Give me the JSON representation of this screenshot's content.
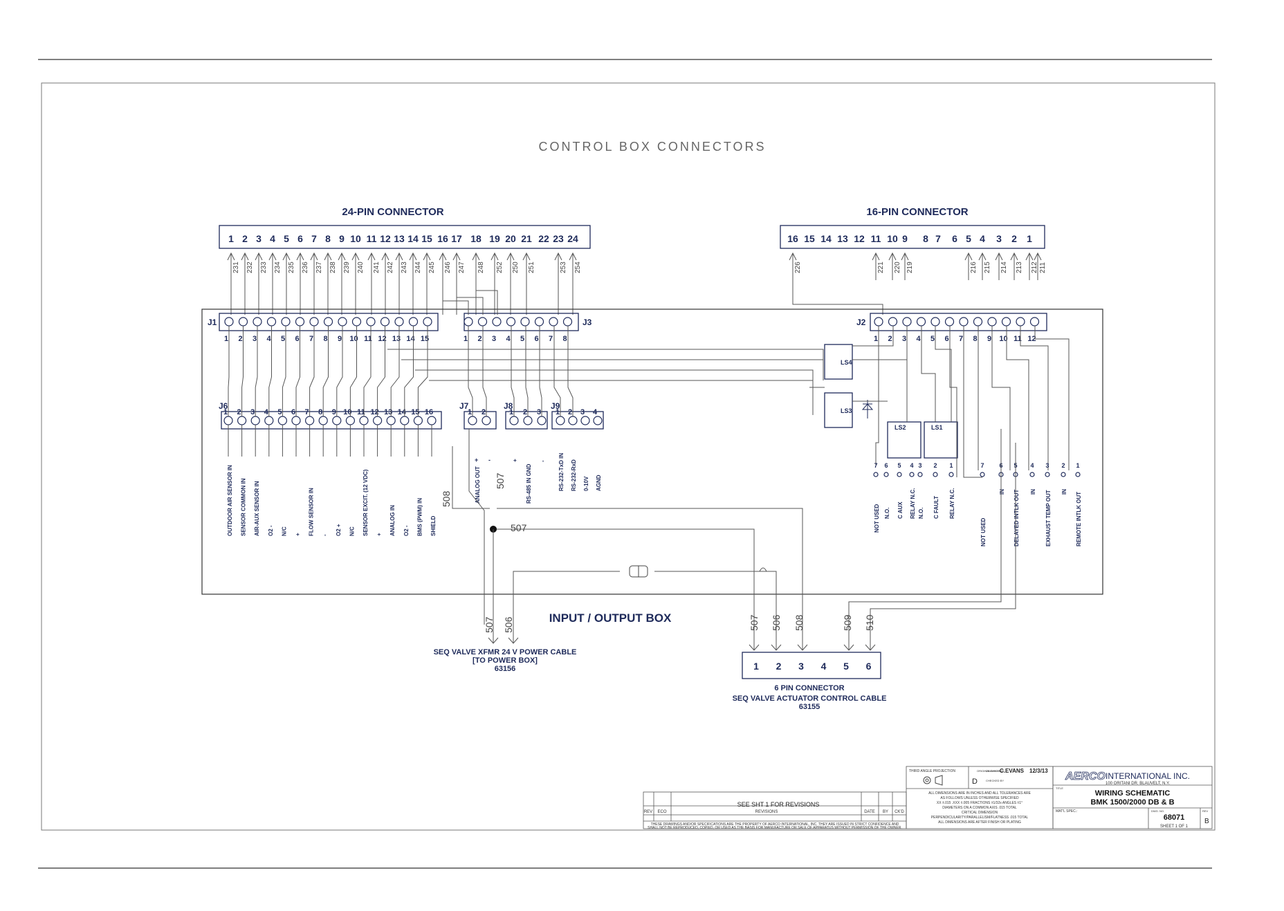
{
  "page_title": "CONTROL BOX CONNECTORS",
  "conn24": {
    "title": "24-PIN CONNECTOR",
    "pins": [
      "1",
      "2",
      "3",
      "4",
      "5",
      "6",
      "7",
      "8",
      "9",
      "10",
      "11",
      "12",
      "13",
      "14",
      "15",
      "16",
      "17",
      "18",
      "19",
      "20",
      "21",
      "22",
      "23",
      "24"
    ],
    "wires": [
      "231",
      "232",
      "233",
      "234",
      "235",
      "236",
      "237",
      "238",
      "239",
      "240",
      "241",
      "242",
      "243",
      "244",
      "245",
      "246",
      "247",
      "248",
      "252",
      "250",
      "251",
      "253",
      "254"
    ]
  },
  "conn16": {
    "title": "16-PIN CONNECTOR",
    "pins": [
      "16",
      "15",
      "14",
      "13",
      "12",
      "11",
      "10",
      "9",
      "8",
      "7",
      "6",
      "5",
      "4",
      "3",
      "2",
      "1"
    ],
    "wires": [
      "226",
      "221",
      "220",
      "219",
      "216",
      "215",
      "214",
      "213",
      "212",
      "211"
    ]
  },
  "j1": {
    "label": "J1",
    "pins": [
      "1",
      "2",
      "3",
      "4",
      "5",
      "6",
      "7",
      "8",
      "9",
      "10",
      "11",
      "12",
      "13",
      "14",
      "15"
    ]
  },
  "j3": {
    "label": "J3",
    "pins": [
      "1",
      "2",
      "3",
      "4",
      "5",
      "6",
      "7",
      "8"
    ]
  },
  "j2": {
    "label": "J2",
    "pins": [
      "1",
      "2",
      "3",
      "4",
      "5",
      "6",
      "7",
      "8",
      "9",
      "10",
      "11",
      "12"
    ]
  },
  "j6": {
    "label": "J6",
    "pins": [
      "1",
      "2",
      "3",
      "4",
      "5",
      "6",
      "7",
      "8",
      "9",
      "10",
      "11",
      "12",
      "13",
      "14",
      "15",
      "16"
    ],
    "signals": [
      "OUTDOOR AIR SENSOR  IN",
      "SENSOR COMMON  IN",
      "AIR-AUX SENSOR  IN",
      "O2  -",
      "N/C",
      "+",
      "FLOW SENSOR  IN",
      "-",
      "O2  +",
      "N/C",
      "SENSOR EXCIT. (12 VDC)",
      "+",
      "ANALOG  IN",
      "O2  -",
      "BMS (PWM)  IN",
      "SHIELD"
    ]
  },
  "j7": {
    "label": "J7",
    "pins": [
      "1",
      "2"
    ],
    "signal": "ANALOG OUT",
    "pol": [
      "+",
      "-"
    ]
  },
  "j8": {
    "label": "J8",
    "pins": [
      "1",
      "2",
      "3"
    ],
    "signals": [
      "+",
      "RS-485 IN GND",
      "-"
    ]
  },
  "j9": {
    "label": "J9",
    "pins": [
      "1",
      "2",
      "3",
      "4"
    ],
    "signals": [
      "RS-232-TxD  IN",
      "RS-232-RxD",
      "0-10V",
      "AGND"
    ]
  },
  "relays": [
    "LS4",
    "LS3",
    "LS2",
    "LS1"
  ],
  "relay_terms": [
    "7",
    "6",
    "5",
    "4",
    "3",
    "2",
    "1"
  ],
  "relay_signals": [
    "NOT USED",
    "N.O.",
    "C  AUX",
    "RELAY  N.C.",
    "N.O.",
    "C  FAULT",
    "RELAY  N.C."
  ],
  "ilk_terms": [
    "7",
    "6",
    "5",
    "4",
    "3",
    "2",
    "1"
  ],
  "ilk_signals": [
    "NOT USED",
    "IN",
    "DELAYED INTLK  OUT",
    "IN",
    "EXHAUST TEMP  OUT",
    "IN",
    "REMOTE INTLK  OUT"
  ],
  "wire_507": "507",
  "wire_508": "508",
  "wire_506": "506",
  "wire_509": "509",
  "wire_510": "510",
  "io_box": "INPUT / OUTPUT BOX",
  "power_cable": {
    "line1": "SEQ VALVE XFMR 24 V POWER CABLE",
    "line2": "[TO POWER BOX]",
    "line3": "63156"
  },
  "conn6": {
    "pins": [
      "1",
      "2",
      "3",
      "4",
      "5",
      "6"
    ],
    "line1": "6 PIN CONNECTOR",
    "line2": "SEQ VALVE ACTUATOR CONTROL CABLE",
    "line3": "63155"
  },
  "title_block": {
    "company": "AERCO",
    "company_suffix": "INTERNATIONAL INC.",
    "address": "100 ORITANI DR. BLAUVELT, N.Y.",
    "title1": "WIRING SCHEMATIC",
    "title2": "BMK 1500/2000 DB & B",
    "drawn_by": "C.EVANS",
    "date": "12/3/13",
    "dwg_no": "68071",
    "rev": "B",
    "sheet": "SHEET 1 OF 1",
    "size": "D",
    "see_sht": "SEE SHT 1 FOR REVISIONS",
    "rev_labels": [
      "REV",
      "ECO",
      "REVISIONS",
      "DATE",
      "BY",
      "CK'D"
    ],
    "projection": "THIRD ANGLE PROJECTION",
    "tolerances": [
      "ALL DIMENSIONS ARE IN INCHES AND ALL TOLERANCES ARE",
      "AS FOLLOWS UNLESS OTHERWISE SPECIFIED",
      "XX ±.015 .XXX ±.005 FRACTIONS ±1/32s ANGLES ±1°",
      "DIAMETERS ON A COMMON AXIS  .015 TOTAL",
      "CRITICAL DIMENSION",
      "PERPENDICULARITY/PARALLELISM/FLATNESS .015 TOTAL",
      "ALL DIMENSIONS ARE AFTER FINISH OR PLATING"
    ],
    "proprietary": [
      "THESE DRAWINGS AND/OR SPECIFICATIONS ARE THE PROPERTY OF AERCO INTERNATIONAL, INC. THEY ARE ISSUED IN STRICT CONFIDENCE AND",
      "SHALL NOT BE REPRODUCED, COPIED, OR USED AS THE BASIS FOR MANUFACTURE OR SALE OF APPARATUS WITHOUT PERMISSION OF THE OWNER."
    ],
    "field_labels": {
      "drawn": "DRAWN BY",
      "checked": "CHECKED BY",
      "original": "ORIGINAL DWG SIZE",
      "title": "TITLE",
      "matl": "MAT'L SPEC.:",
      "dwg": "DWG. NO.",
      "rev": "REV"
    }
  }
}
